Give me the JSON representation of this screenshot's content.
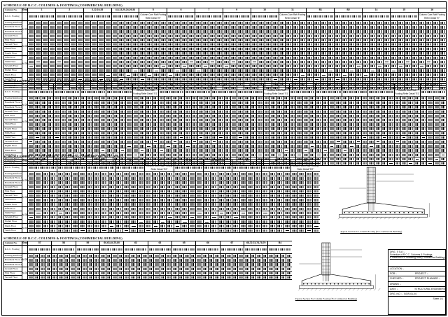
{
  "schedules": [
    {
      "title": "SCHEDULE OF R.C.C. COLUMNS & FOOTINGS (COMMERCIAL BUILDING)",
      "col_head": "Column No.",
      "grade_head": "Grade",
      "group_heads": [
        "1",
        "2",
        "3,12,19,28",
        "4,8,13,20,24,29,34",
        "5",
        "6",
        "7",
        "9",
        "10",
        "11",
        "B1",
        "B2",
        "14",
        "15",
        "16"
      ],
      "footing_label": "R.C.C. Footing",
      "footing_note": "Column Cum Raft Footing Refer Detail \"E\"",
      "rows": [
        "Footing Reinforcement",
        "Basement Floor-1",
        "Basement Floor-2",
        "Ground Floor",
        "First Floor",
        "Second Floor",
        "Third Floor",
        "Fourth Floor",
        "Fifth Floor",
        "Sixth Floor",
        "Seventh Floor",
        "Eighth Floor",
        "Ninth Floor",
        "Tenth Floor",
        "Eleventh Floor",
        "Twelfth Floor"
      ],
      "grades": [
        "M-25",
        "M-30",
        "M-35",
        "M-40"
      ]
    },
    {
      "title": "SCHEDULE OF R.C.C. COLUMNS & FOOTINGS (COMMERCIAL BUILDING)",
      "col_head": "Column No.",
      "grade_head": "Grade",
      "group_heads": [
        "17",
        "18,21",
        "22",
        "23",
        "25",
        "26",
        "27",
        "30",
        "31",
        "32",
        "33",
        "35",
        "36",
        "37",
        "38",
        "B3, 39,40,41,42"
      ],
      "footing_label": "R.C.C. Footing",
      "footing_note": "Column Cum Raft Footing Refer Detail \"E1\"",
      "rows": [
        "Footing Reinforcement",
        "Basement Floor-1",
        "Basement Floor-2",
        "Ground Floor",
        "First Floor",
        "Second Floor",
        "Third Floor",
        "Fourth Floor",
        "Fifth Floor",
        "Sixth Floor",
        "Seventh Floor",
        "Eighth Floor",
        "Ninth Floor",
        "Tenth Floor",
        "Eleventh Floor",
        "Twelfth Floor"
      ],
      "grades": [
        "M-25",
        "M-30",
        "M-35",
        "M-40"
      ]
    },
    {
      "title": "SCHEDULE OF R.C.C. COLUMNS & FOOTINGS (COMMERCIAL BUILDING)",
      "col_head": "Column No.",
      "grade_head": "Grade",
      "group_heads": [
        "43",
        "44",
        "45",
        "46",
        "47",
        "48,50",
        "49,51,54,53",
        "52",
        "55",
        "56"
      ],
      "footing_label": "R.C.C. Footing",
      "footing_note": "Column Cum Raft Footing Refer Detail \"E2\"",
      "rows": [
        "Footing Reinforcement",
        "Basement Floor-1",
        "Basement Floor-2",
        "Ground Floor",
        "First Floor",
        "Second Floor",
        "Third Floor",
        "Fourth Floor",
        "Fifth Floor",
        "Sixth Floor",
        "Seventh Floor",
        "Eighth Floor",
        "Ninth Floor",
        "Tenth Floor"
      ],
      "grades": [
        "M-25",
        "M-30",
        "M-35",
        "M-40"
      ]
    },
    {
      "title": "SCHEDULE OF R.C.C. COLUMNS & FOOTINGS (COMMERCIAL BUILDING)",
      "col_head": "Column No.",
      "grade_head": "Grade",
      "group_heads": [
        "57",
        "58",
        "59",
        "60,61,64,70,80",
        "62",
        "63",
        "65",
        "66",
        "67",
        "68,72,73,74,78,79",
        "B4"
      ],
      "footing_label": "R.C.C. Footing",
      "footing_note": "Column Cum Raft Footing Refer Detail \"E3\"",
      "rows": [
        "Footing Reinforcement",
        "Basement Floor-1",
        "Basement Floor-2",
        "Ground Floor",
        "First Floor",
        "Second Floor"
      ],
      "grades": [
        "M-25",
        "M-30"
      ]
    }
  ],
  "details": [
    {
      "caption": "Typical Section For Column Footing (For Commercial Building)"
    },
    {
      "caption": "Typical Section For Column Footing (For Commercial Building)"
    }
  ],
  "title_block": {
    "dwg_title_label": "DRG. TITLE :-",
    "dwg_title_lines": [
      "Schedule of R.C.C. Columns & Footings",
      "& Basement & Retaining Wall (Commercial Building)"
    ],
    "location_label": "LOCATION :-",
    "for_label": "FOR :-",
    "project_label": "PROJECT :-",
    "checked_label": "CHECKED :-",
    "project_planner": "PROJECT PLANNER :-",
    "drawn_label": "DRAWN :-",
    "date_label": "DATE :-",
    "structural": "STRUCTURAL ENGINEERS",
    "dwg_no_label": "DRG. NO. :-",
    "dwg_no": "S/DR-01-04",
    "sheet_label": "Sheet 1/1"
  }
}
